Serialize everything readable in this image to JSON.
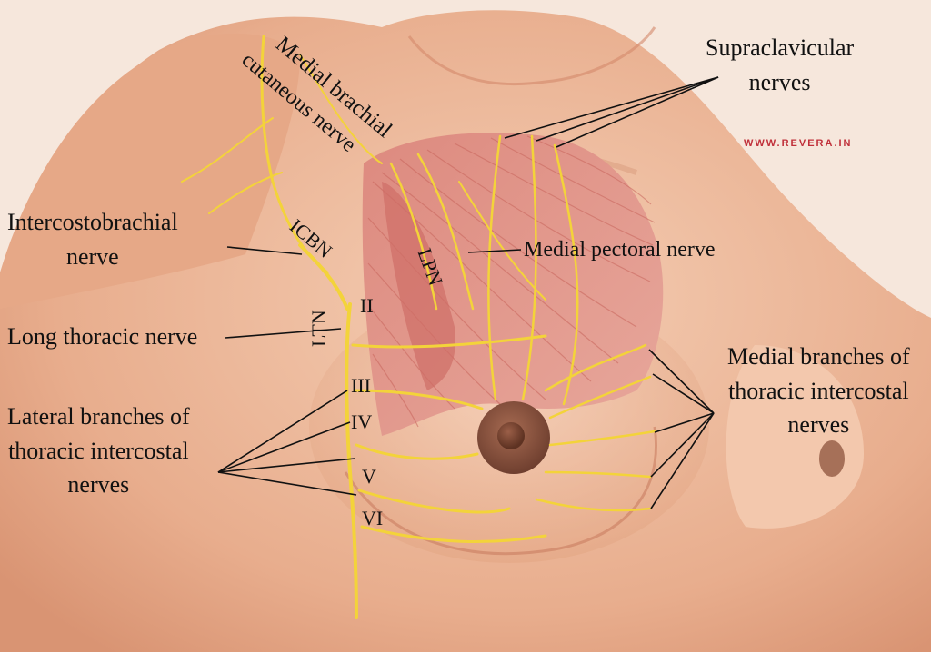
{
  "colors": {
    "skin": "#e9b191",
    "skin_light": "#f4cdb3",
    "muscle": "#d97d74",
    "nerve": "#f3d33a",
    "areola": "#8a5642",
    "text": "#111111",
    "watermark": "#c0303a"
  },
  "labels": {
    "supraclavicular": "Supraclavicular\nnerves",
    "medial_brachial": "Medial brachial",
    "cutaneous": "cutaneous nerve",
    "intercostobrachial": "Intercostobrachial\nnerve",
    "long_thoracic": "Long thoracic nerve",
    "lateral_branches": "Lateral branches of\nthoracic intercostal\nnerves",
    "medial_pectoral": "Medial pectoral nerve",
    "medial_branches": "Medial branches of\nthoracic intercostal\nnerves"
  },
  "abbreviations": {
    "icbn": "ICBN",
    "ltn": "LTN",
    "lpn": "LPN"
  },
  "ribs": {
    "ii": "II",
    "iii": "III",
    "iv": "IV",
    "v": "V",
    "vi": "VI"
  },
  "watermark": "WWW.REVERA.IN"
}
